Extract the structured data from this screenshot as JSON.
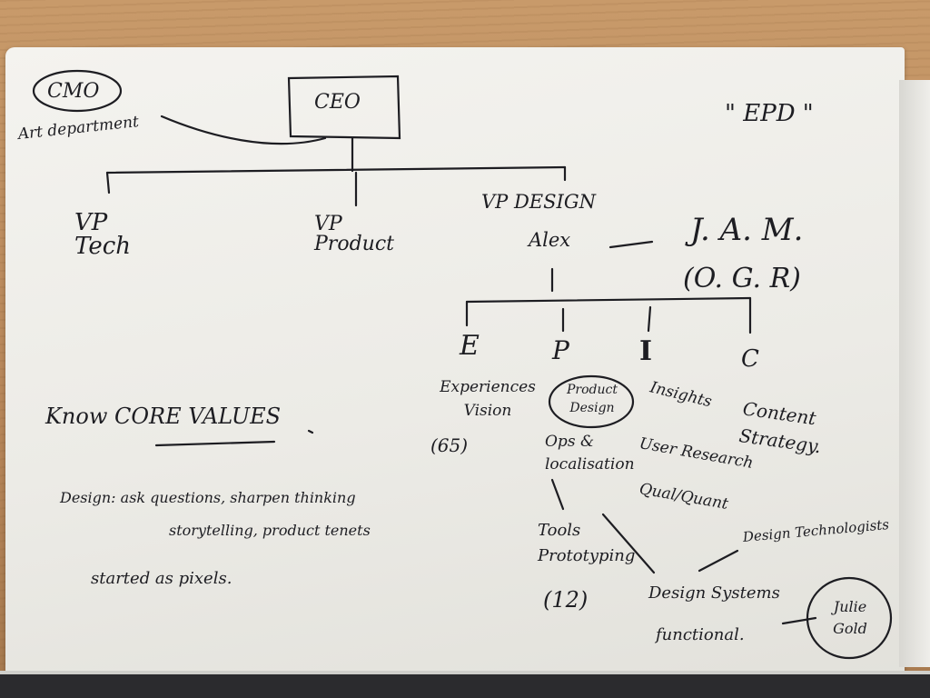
{
  "scene": "Hand-drawn org chart sketch on a notebook page",
  "labels": {
    "cmo": "CMO",
    "art_department": "Art department",
    "ceo": "CEO",
    "epd": "\" EPD \"",
    "vp_tech": "VP Tech",
    "vp_product": "VP Product",
    "vp_design": "VP DESIGN",
    "alex": "Alex",
    "jam": "J. A. M.",
    "ogr": "(O. G. R)",
    "branch_e": "E",
    "branch_p": "P",
    "branch_i": "I",
    "branch_c": "C",
    "experiences_vision": "Experiences Vision",
    "e_count": "(65)",
    "product_design": "Product Design",
    "ops_localisation": "Ops & localisation",
    "tools_prototyping": "Tools Prototyping",
    "p_count": "(12)",
    "insights": "Insights",
    "user_research": "User Research",
    "qual_quant": "Qual/Quant",
    "content_strategy": "Content Strategy.",
    "design_technologists": "Design Technologists",
    "design_systems": "Design Systems",
    "functional": "functional.",
    "core_values_heading": "Know CORE VALUES",
    "note_line_1": "Design: ask questions, sharpen thinking",
    "note_line_2": "storytelling, product tenets",
    "note_line_3": "started as pixels.",
    "circled_note": "Julie Gold"
  }
}
